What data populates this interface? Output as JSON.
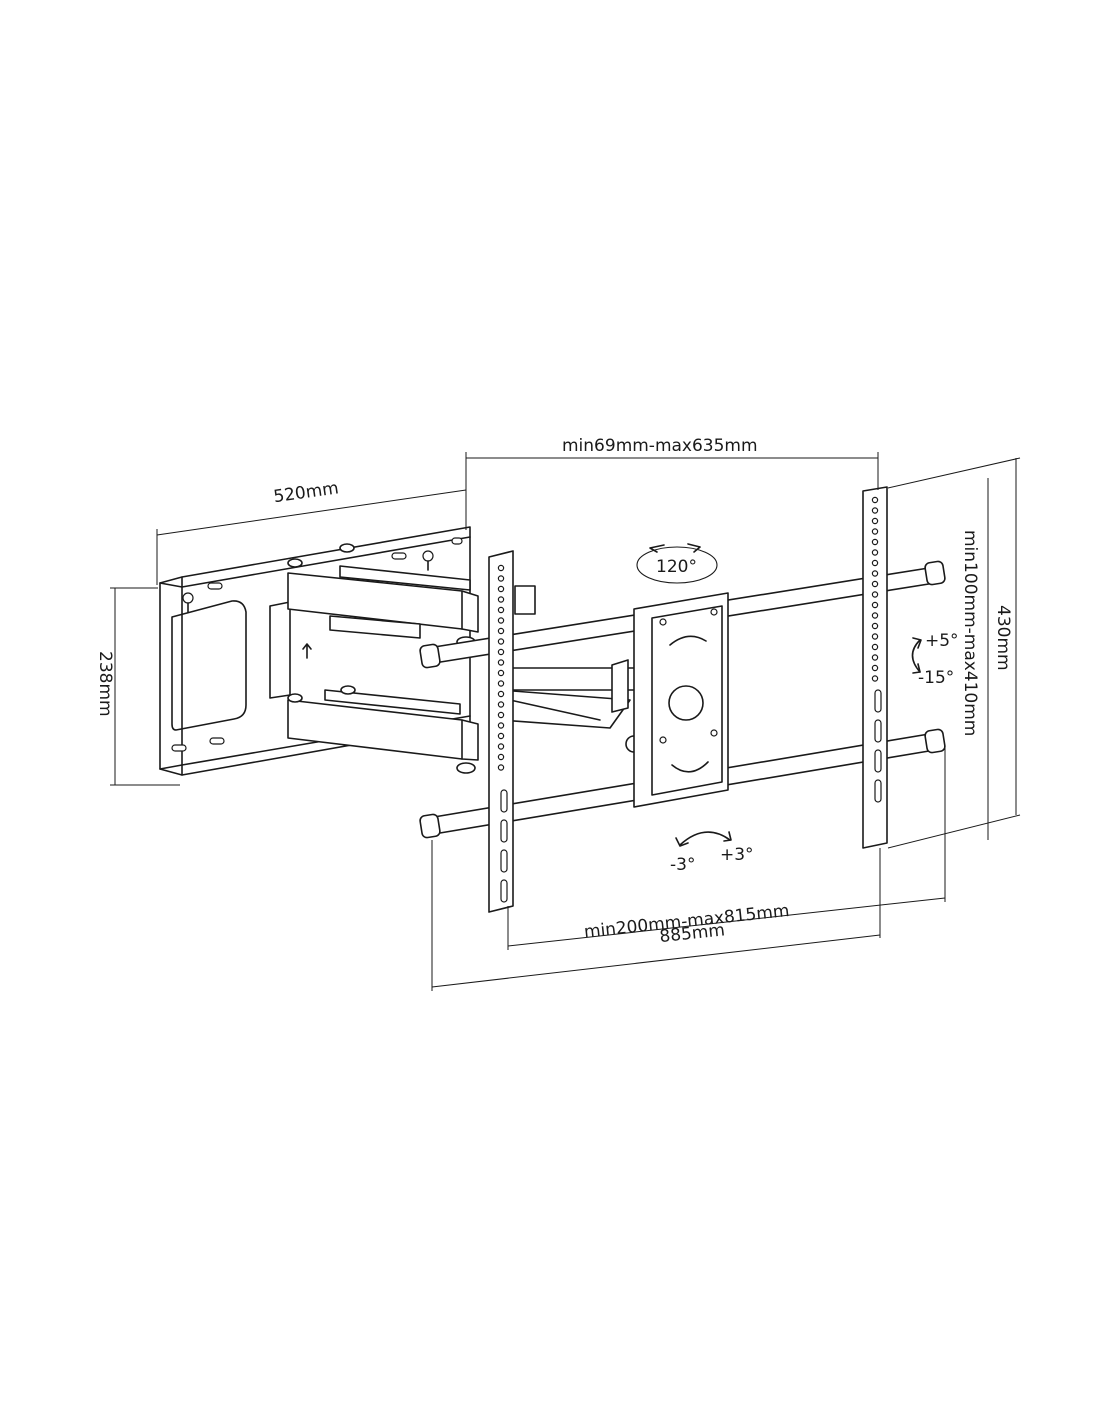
{
  "dimensions": {
    "wall_plate_width": "520mm",
    "wall_plate_height": "238mm",
    "arm_extension": "min69mm-max635mm",
    "vertical_mount": "min100mm-max410mm",
    "overall_height": "430mm",
    "horizontal_mount": "min200mm-max815mm",
    "overall_width": "885mm"
  },
  "adjustments": {
    "swivel": "120°",
    "tilt_up": "+5°",
    "tilt_down": "-15°",
    "level_minus": "-3°",
    "level_plus": "+3°"
  }
}
